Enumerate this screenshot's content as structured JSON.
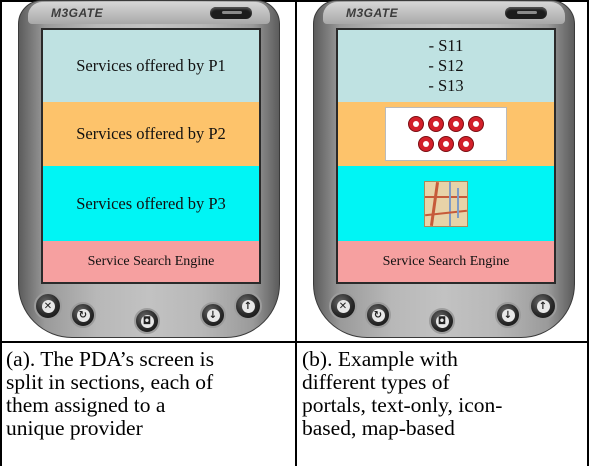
{
  "brand": "M3GATE",
  "left_pda": {
    "sections": [
      {
        "label": "Services offered by P1",
        "color": "#bfe2e2"
      },
      {
        "label": "Services offered by P2",
        "color": "#fdc36b"
      },
      {
        "label": "Services offered by P3",
        "color": "#00f5f5"
      },
      {
        "label": "Service Search Engine",
        "color": "#f6a0a0"
      }
    ]
  },
  "right_pda": {
    "sections": [
      {
        "items": [
          "- S11",
          "- S12",
          "- S13"
        ],
        "color": "#bfe2e2"
      },
      {
        "type": "icon-portal",
        "icons": [
          "apple-icon",
          "phone-icon",
          "refresh-icon",
          "globe-icon",
          "cart-icon",
          "bike-icon",
          "info-icon"
        ],
        "color": "#fdc36b"
      },
      {
        "type": "map-portal",
        "color": "#00f5f5"
      },
      {
        "label": "Service Search Engine",
        "color": "#f6a0a0"
      }
    ]
  },
  "captions": {
    "a": "(a). The PDA’s screen is\nsplit in sections, each of\nthem assigned to a\nunique provider",
    "b": "(b). Example with\ndifferent types of\nportals, text-only, icon-\nbased, map-based"
  }
}
